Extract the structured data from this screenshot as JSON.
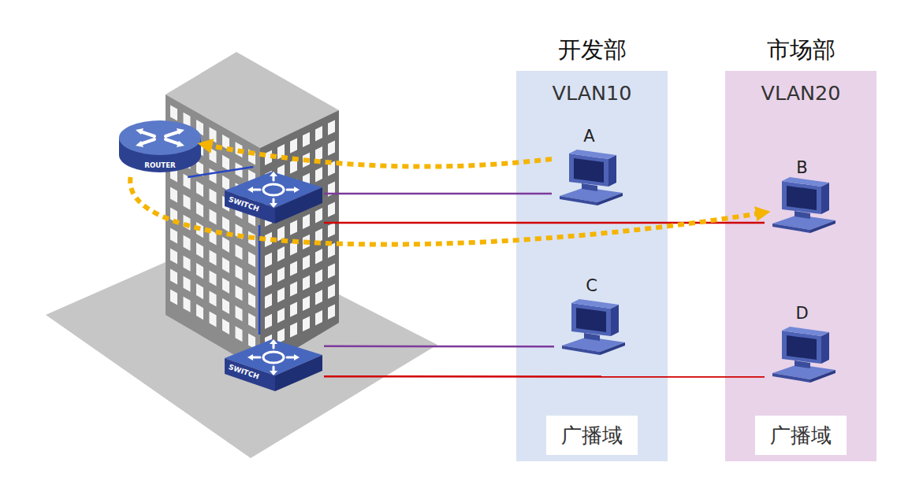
{
  "diagram": {
    "nodes": [
      {
        "text": [
          "开发部",
          "VLAN10",
          "广播域"
        ]
      },
      {
        "text": [
          "市场部",
          "VLAN20",
          "广播域"
        ]
      },
      {
        "text": [
          "A"
        ],
        "in": 0
      },
      {
        "text": [
          "C"
        ],
        "in": 0
      },
      {
        "text": [
          "B"
        ],
        "in": 1
      },
      {
        "text": [
          "D"
        ],
        "in": 1
      },
      {
        "text": [
          "ROUTER"
        ]
      },
      {
        "text": [
          "SWITCH"
        ]
      },
      {
        "text": [
          "SWITCH"
        ]
      }
    ],
    "edges": [
      {
        "from": 6,
        "to": 7,
        "arrow": "none"
      },
      {
        "from": 7,
        "to": 8,
        "arrow": "none"
      },
      {
        "from": 7,
        "to": 2,
        "arrow": "none"
      },
      {
        "from": 7,
        "to": 4,
        "arrow": "none"
      },
      {
        "from": 8,
        "to": 3,
        "arrow": "none"
      },
      {
        "from": 8,
        "to": 5,
        "arrow": "none"
      },
      {
        "from": 2,
        "to": 6,
        "arrow": "to"
      },
      {
        "from": 6,
        "to": 4,
        "arrow": "to"
      }
    ]
  }
}
